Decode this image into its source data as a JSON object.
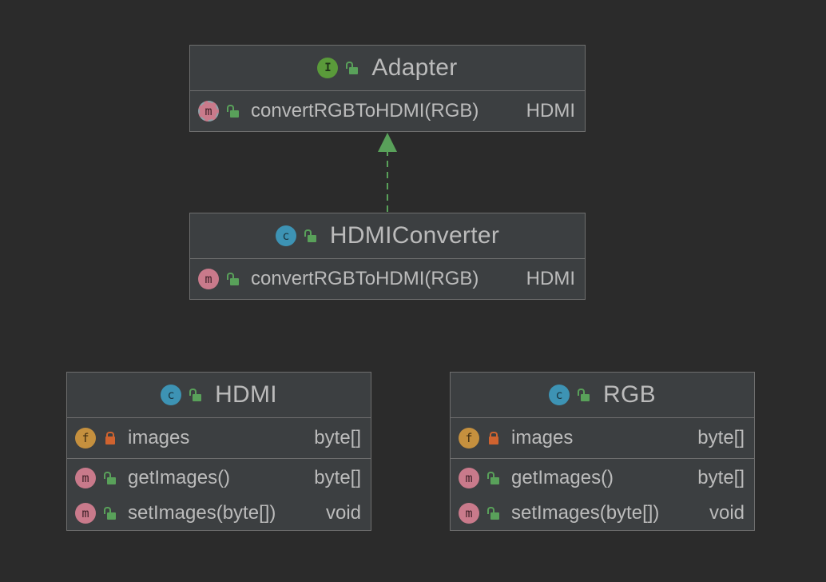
{
  "diagram": {
    "adapter": {
      "stereotype_icon": "interface-badge-icon",
      "name": "Adapter",
      "methods": [
        {
          "name": "convertRGBToHDMI(RGB)",
          "type": "HDMI",
          "visibility": "public",
          "abstract": true
        }
      ]
    },
    "hdmi_converter": {
      "stereotype_icon": "class-badge-icon",
      "name": "HDMIConverter",
      "methods": [
        {
          "name": "convertRGBToHDMI(RGB)",
          "type": "HDMI",
          "visibility": "public"
        }
      ]
    },
    "hdmi": {
      "stereotype_icon": "class-badge-icon",
      "name": "HDMI",
      "fields": [
        {
          "name": "images",
          "type": "byte[]",
          "visibility": "private"
        }
      ],
      "methods": [
        {
          "name": "getImages()",
          "type": "byte[]",
          "visibility": "public"
        },
        {
          "name": "setImages(byte[])",
          "type": "void",
          "visibility": "public"
        }
      ]
    },
    "rgb": {
      "stereotype_icon": "class-badge-icon",
      "name": "RGB",
      "fields": [
        {
          "name": "images",
          "type": "byte[]",
          "visibility": "private"
        }
      ],
      "methods": [
        {
          "name": "getImages()",
          "type": "byte[]",
          "visibility": "public"
        },
        {
          "name": "setImages(byte[])",
          "type": "void",
          "visibility": "public"
        }
      ]
    },
    "relations": [
      {
        "from": "HDMIConverter",
        "to": "Adapter",
        "kind": "implements",
        "style": "dashed"
      }
    ],
    "badges": {
      "interface": "I",
      "class": "c",
      "method": "m",
      "field": "f"
    },
    "colors": {
      "background": "#2b2b2b",
      "box_fill": "#3c3f41",
      "border": "#6e6e6e",
      "text": "#bbbbbb",
      "realization_arrow": "#59a15a",
      "public_lock": "#59a15a",
      "private_lock": "#d0632f"
    }
  }
}
